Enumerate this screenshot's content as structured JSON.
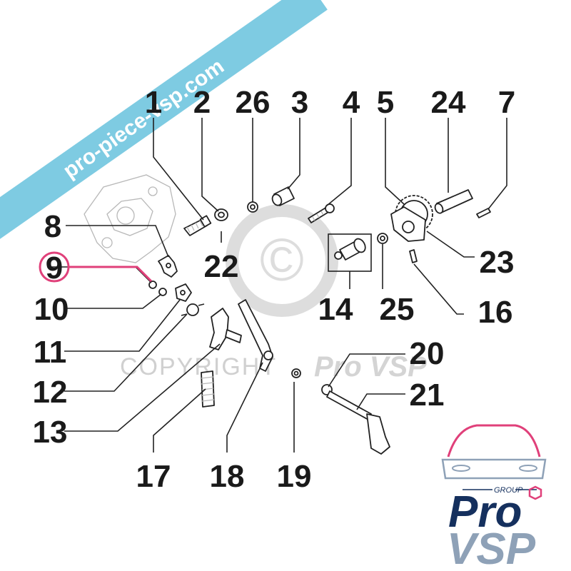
{
  "banner": {
    "text": "pro-piece-vsp.com",
    "color": "#7ecbe2"
  },
  "watermark": {
    "symbol": "©",
    "text_a": "COPYRIGHT",
    "text_b": "Pro VSP"
  },
  "highlight": {
    "part": "9",
    "color": "#e0407a"
  },
  "parts": {
    "p1": "1",
    "p2": "2",
    "p26": "26",
    "p3": "3",
    "p4": "4",
    "p5": "5",
    "p24": "24",
    "p7": "7",
    "p8": "8",
    "p9": "9",
    "p22": "22",
    "p23": "23",
    "p10": "10",
    "p14": "14",
    "p25": "25",
    "p16": "16",
    "p11": "11",
    "p20": "20",
    "p12": "12",
    "p21": "21",
    "p13": "13",
    "p17": "17",
    "p18": "18",
    "p19": "19"
  },
  "logo": {
    "group": "GROUP",
    "pro": "Pro",
    "vsp": "VSP",
    "accent": "#e0407a",
    "navy": "#15305e"
  }
}
